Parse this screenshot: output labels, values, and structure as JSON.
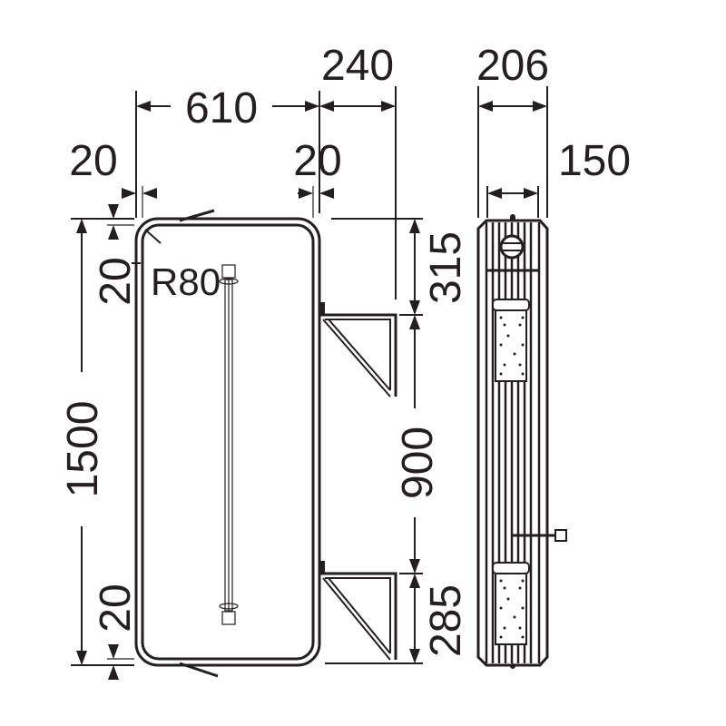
{
  "dimensions": {
    "width_610": "610",
    "bracket_240": "240",
    "depth_206": "206",
    "depth_150": "150",
    "margin_left_20": "20",
    "margin_right_20": "20",
    "margin_top_20": "20",
    "margin_bottom_20": "20",
    "height_1500": "1500",
    "top_315": "315",
    "spacing_900": "900",
    "bottom_285": "285",
    "radius": "R80"
  },
  "colors": {
    "line": "#231f20",
    "background": "#ffffff"
  }
}
